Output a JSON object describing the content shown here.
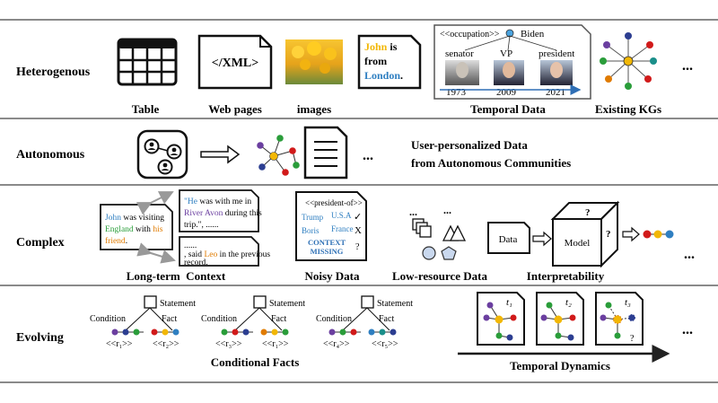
{
  "rows": {
    "heterogenous": "Heterogenous",
    "autonomous": "Autonomous",
    "complex": "Complex",
    "evolving": "Evolving"
  },
  "hetero": {
    "table": "Table",
    "web_icon": "</XML>",
    "web": "Web pages",
    "images": "images",
    "text_l1a": "John",
    "text_l1b": " is",
    "text_l2": "from",
    "text_l3a": "London",
    "text_l3b": ".",
    "temporal": "Temporal Data",
    "occupation": "<<occupation>>",
    "biden": "Biden",
    "senator": "senator",
    "vp": "VP",
    "president": "president",
    "y1973": "1973",
    "y2009": "2009",
    "y2021": "2021",
    "kgs": "Existing KGs",
    "ellipsis": "..."
  },
  "auto": {
    "desc1": "User-personalized Data",
    "desc2": "from Autonomous Communities",
    "ellipsis": "..."
  },
  "complex": {
    "t1_a": "John",
    "t1_b": " was visiting",
    "t1_c": "England",
    "t1_d": " with ",
    "t1_e": "his",
    "t1_f": "friend",
    "t1_g": ".",
    "t2_a": "\"He",
    "t2_b": " was with me in",
    "t2_c": "River Avon",
    "t2_d": " during this",
    "t2_e": "trip.\", ......",
    "t3_a": "......",
    "t3_b": ", said ",
    "t3_c": "Leo",
    "t3_d": " in the previous",
    "t3_e": "record.",
    "ltc": "Long-term  Context",
    "pres_of": "<<president-of>>",
    "trump": "Trump",
    "usa": "U.S.A",
    "check": "✓",
    "boris": "Boris",
    "france": "France",
    "cross": "X",
    "ctx1": "CONTEXT",
    "ctx2": "MISSING",
    "q": "?",
    "noisy": "Noisy Data",
    "dots": "...",
    "lowres": "Low-resource Data",
    "data": "Data",
    "model": "Model",
    "qm": "?",
    "interp": "Interpretability",
    "ellipsis": "..."
  },
  "evolve": {
    "statement": "Statement",
    "condition": "Condition",
    "fact": "Fact",
    "r1": "<<r₁>>",
    "r2": "<<r₂>>",
    "r3": "<<r₃>>",
    "r4": "<<r₄>>",
    "r5": "<<r₅>>",
    "cond_facts": "Conditional Facts",
    "t1": "t₁",
    "t2": "t₂",
    "t3": "t₃",
    "q": "?",
    "temporal_dyn": "Temporal Dynamics",
    "ellipsis": "..."
  },
  "colors": {
    "yellow": "#f2b705",
    "blue": "#2f7fc1",
    "red": "#d11a1a",
    "green": "#2a9d3a",
    "purple": "#6b3fa0",
    "orange": "#e07b00",
    "teal": "#1a8f8a",
    "navy": "#2c3e91"
  }
}
